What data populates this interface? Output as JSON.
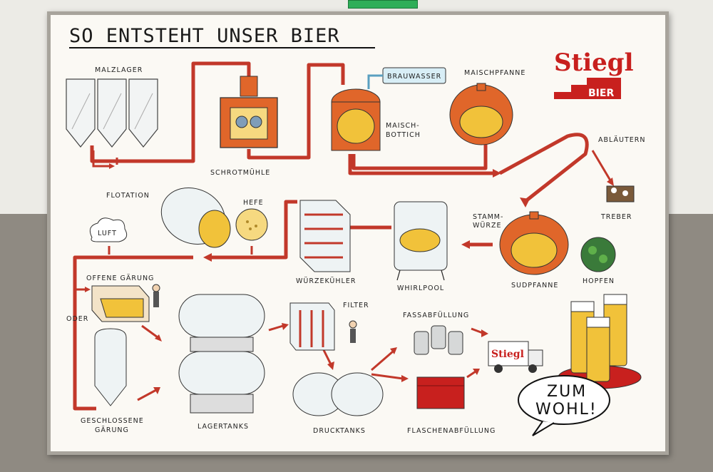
{
  "title": "SO ENTSTEHT UNSER BIER",
  "logo": {
    "brand": "Stiegl",
    "subtitle": "BIER"
  },
  "labels": {
    "malzlager": "MALZLAGER",
    "schrotmuehle": "SCHROTMÜHLE",
    "brauwasser": "BRAUWASSER",
    "maischbottich_1": "MAISCH-",
    "maischbottich_2": "BOTTICH",
    "maischpfanne": "MAISCHPFANNE",
    "ablaeutern": "ABLÄUTERN",
    "treber": "TREBER",
    "flotation": "FLOTATION",
    "hefe": "HEFE",
    "luft": "LUFT",
    "wuerzekuehler": "WÜRZEKÜHLER",
    "whirlpool": "WHIRLPOOL",
    "stammwuerze_1": "STAMM-",
    "stammwuerze_2": "WÜRZE",
    "sudpfanne": "SUDPFANNE",
    "hopfen": "HOPFEN",
    "offene_gaerung": "OFFENE GÄRUNG",
    "oder": "ODER",
    "geschlossene_1": "GESCHLOSSENE",
    "geschlossene_2": "GÄRUNG",
    "lagertanks": "LAGERTANKS",
    "filter": "FILTER",
    "drucktanks": "DRUCKTANKS",
    "fassabfuellung": "FASSABFÜLLUNG",
    "flaschenabfuellung": "FLASCHENABFÜLLUNG",
    "truck_brand": "Stiegl"
  },
  "speech_bubble": {
    "line1": "ZUM",
    "line2": "WOHL!"
  },
  "colors": {
    "pipe": "#c2382a",
    "copper": "#e0662a",
    "brand_red": "#c8201e",
    "beer": "#f1c23a"
  }
}
